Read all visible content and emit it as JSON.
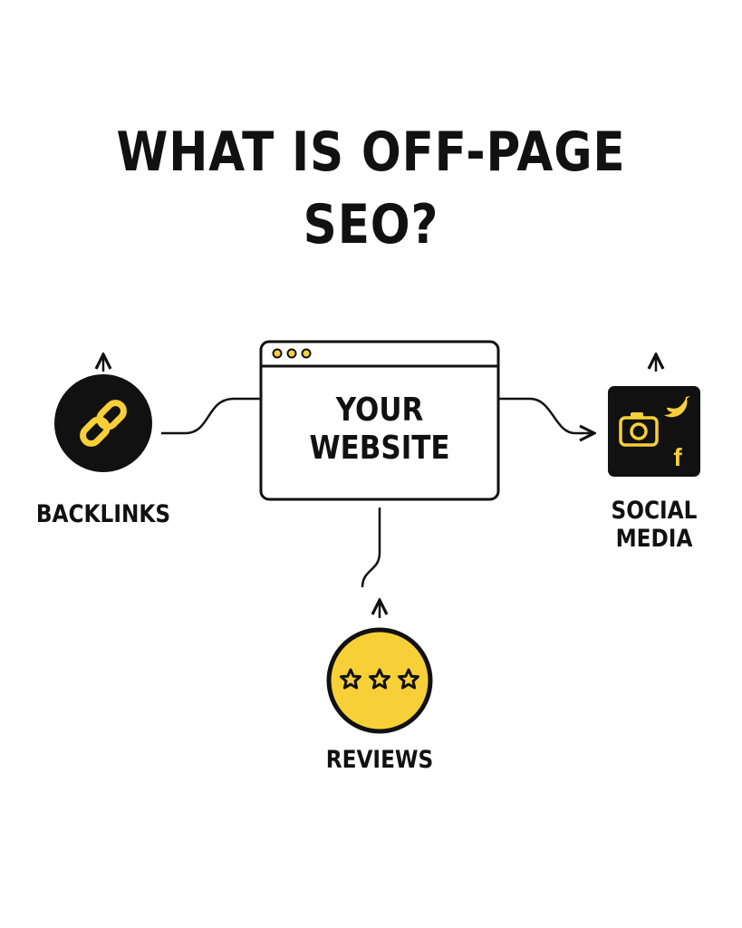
{
  "title": "WHAT IS OFF-PAGE SEO?",
  "center": {
    "line1": "YOUR",
    "line2": "WEBSITE"
  },
  "nodes": {
    "backlinks": {
      "label": "BACKLINKS",
      "icon": "link-icon"
    },
    "social": {
      "line1": "SOCIAL",
      "line2": "MEDIA",
      "icons": [
        "camera-icon",
        "twitter-icon",
        "facebook-icon"
      ]
    },
    "reviews": {
      "label": "REVIEWS",
      "icon": "stars-icon"
    }
  },
  "colors": {
    "accent": "#f7d038",
    "ink": "#111111",
    "background": "#ffffff"
  }
}
